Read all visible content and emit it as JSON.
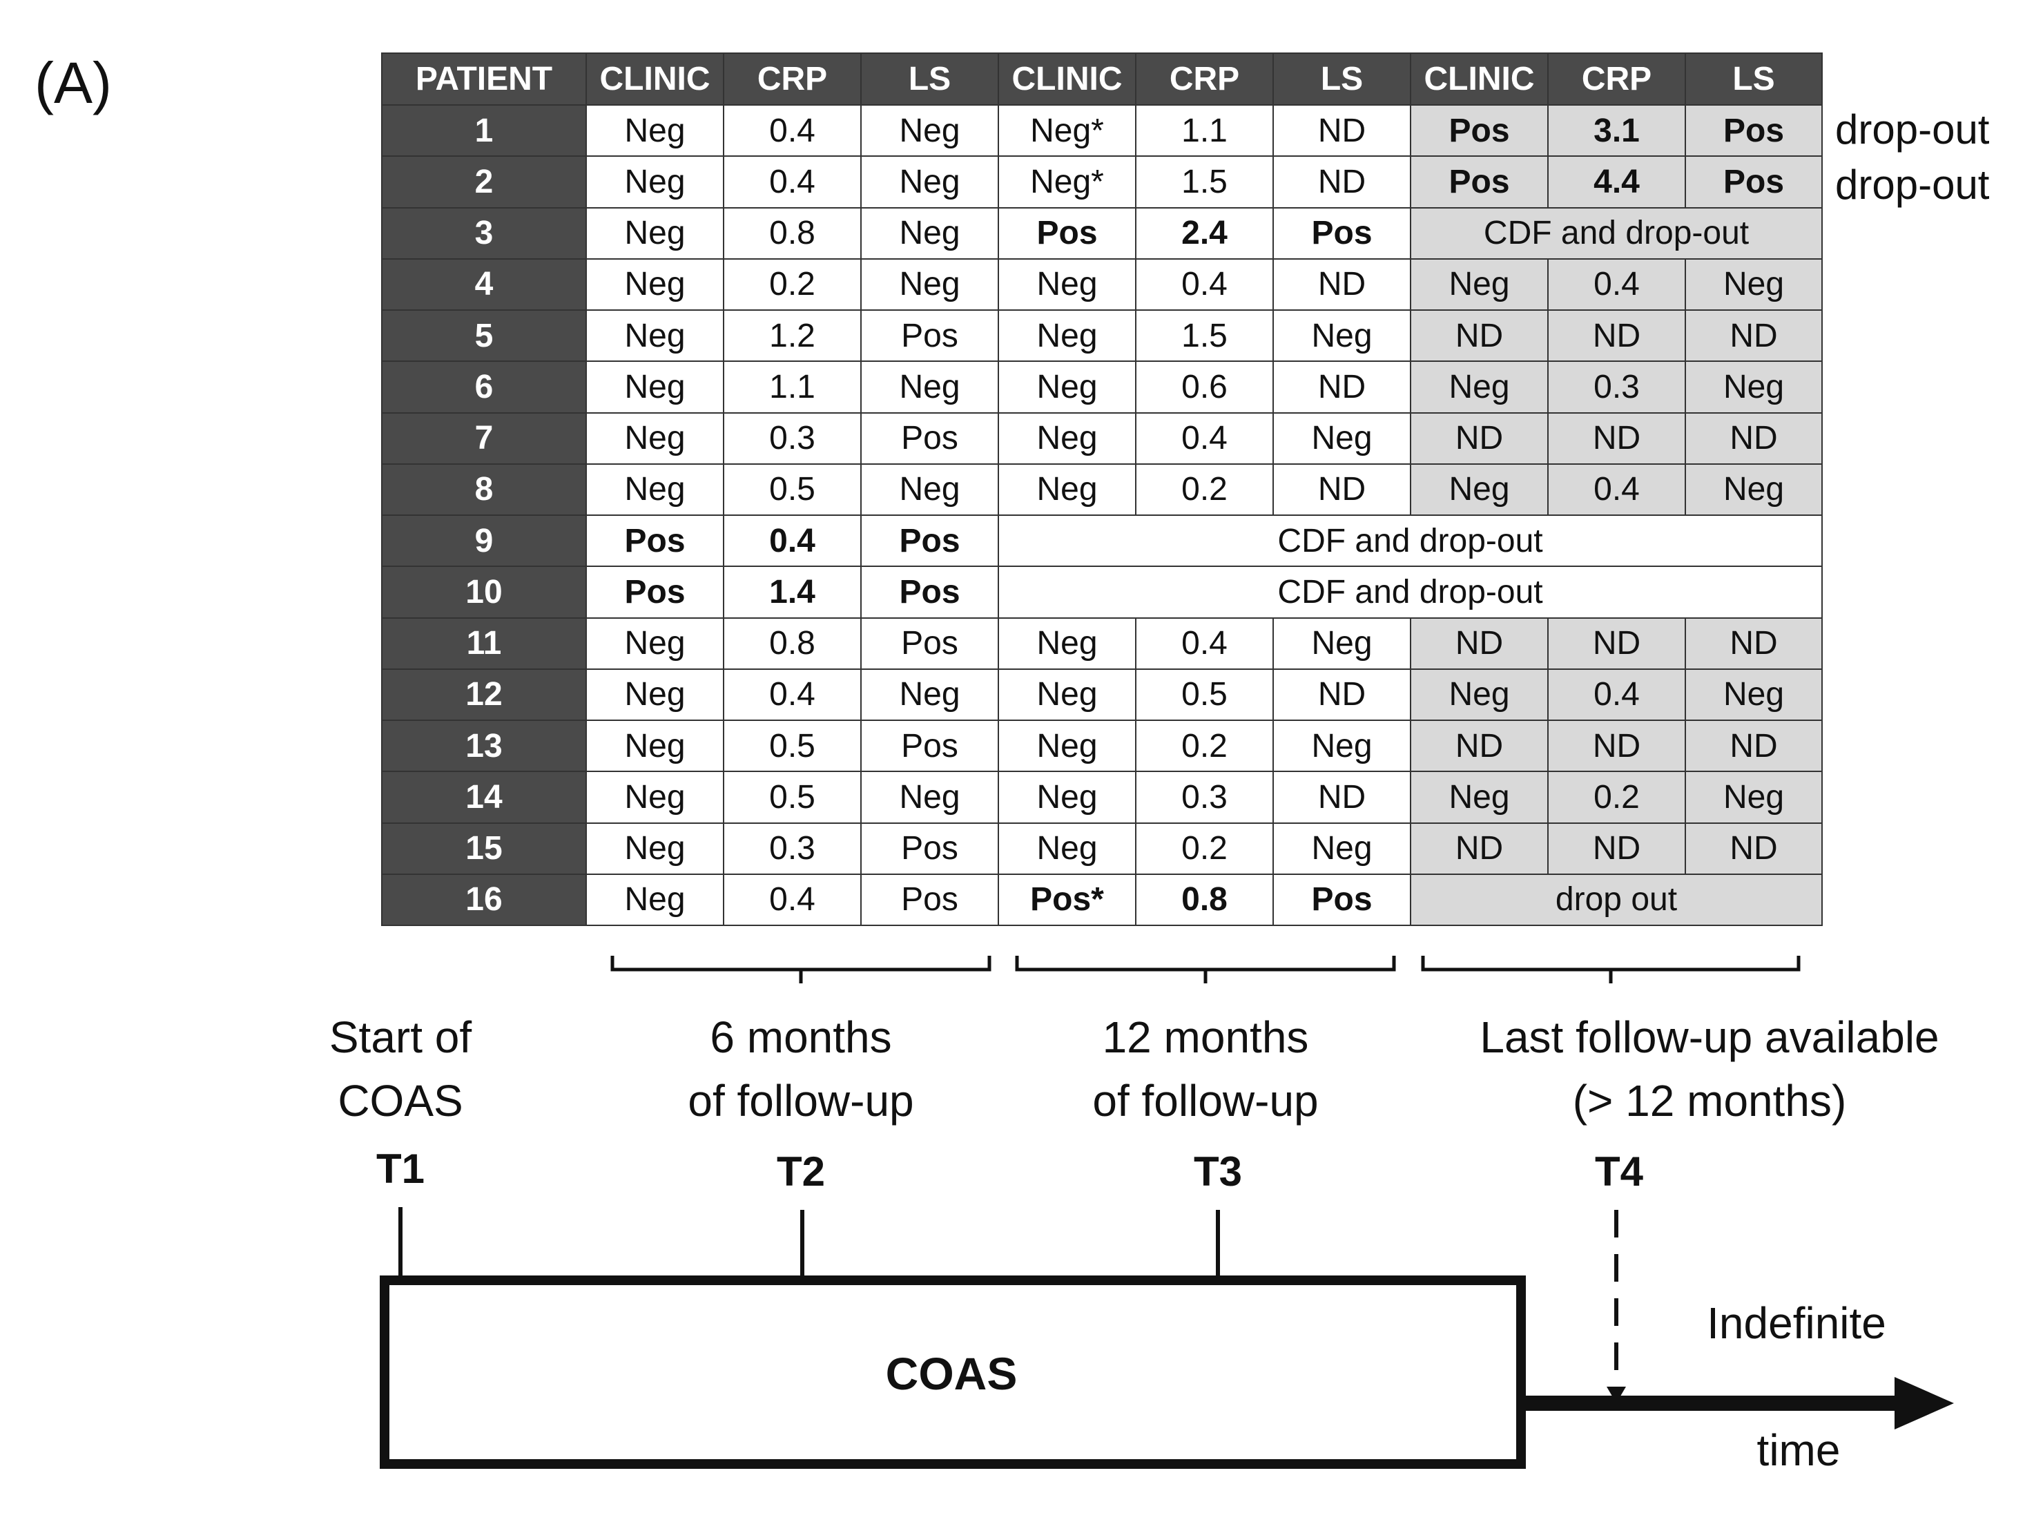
{
  "panel_label": "(A)",
  "table": {
    "headers": [
      "PATIENT",
      "CLINIC",
      "CRP",
      "LS",
      "CLINIC",
      "CRP",
      "LS",
      "CLINIC",
      "CRP",
      "LS"
    ],
    "rows": [
      {
        "id": "1",
        "t2": [
          "Neg",
          "0.4",
          "Neg"
        ],
        "t3": [
          "Neg*",
          "1.1",
          "ND"
        ],
        "t4": [
          "Pos",
          "3.1",
          "Pos"
        ],
        "t4_bold": true,
        "note": "drop-out"
      },
      {
        "id": "2",
        "t2": [
          "Neg",
          "0.4",
          "Neg"
        ],
        "t3": [
          "Neg*",
          "1.5",
          "ND"
        ],
        "t4": [
          "Pos",
          "4.4",
          "Pos"
        ],
        "t4_bold": true,
        "note": "drop-out"
      },
      {
        "id": "3",
        "t2": [
          "Neg",
          "0.8",
          "Neg"
        ],
        "t3": [
          "Pos",
          "2.4",
          "Pos"
        ],
        "t3_bold": true,
        "t4_merged": "CDF and drop-out"
      },
      {
        "id": "4",
        "t2": [
          "Neg",
          "0.2",
          "Neg"
        ],
        "t3": [
          "Neg",
          "0.4",
          "ND"
        ],
        "t4": [
          "Neg",
          "0.4",
          "Neg"
        ]
      },
      {
        "id": "5",
        "t2": [
          "Neg",
          "1.2",
          "Pos"
        ],
        "t3": [
          "Neg",
          "1.5",
          "Neg"
        ],
        "t4": [
          "ND",
          "ND",
          "ND"
        ]
      },
      {
        "id": "6",
        "t2": [
          "Neg",
          "1.1",
          "Neg"
        ],
        "t3": [
          "Neg",
          "0.6",
          "ND"
        ],
        "t4": [
          "Neg",
          "0.3",
          "Neg"
        ]
      },
      {
        "id": "7",
        "t2": [
          "Neg",
          "0.3",
          "Pos"
        ],
        "t3": [
          "Neg",
          "0.4",
          "Neg"
        ],
        "t4": [
          "ND",
          "ND",
          "ND"
        ]
      },
      {
        "id": "8",
        "t2": [
          "Neg",
          "0.5",
          "Neg"
        ],
        "t3": [
          "Neg",
          "0.2",
          "ND"
        ],
        "t4": [
          "Neg",
          "0.4",
          "Neg"
        ]
      },
      {
        "id": "9",
        "t2": [
          "Pos",
          "0.4",
          "Pos"
        ],
        "t2_bold": true,
        "t34_merged": "CDF and drop-out"
      },
      {
        "id": "10",
        "t2": [
          "Pos",
          "1.4",
          "Pos"
        ],
        "t2_bold": true,
        "t34_merged": "CDF and drop-out"
      },
      {
        "id": "11",
        "t2": [
          "Neg",
          "0.8",
          "Pos"
        ],
        "t3": [
          "Neg",
          "0.4",
          "Neg"
        ],
        "t4": [
          "ND",
          "ND",
          "ND"
        ]
      },
      {
        "id": "12",
        "t2": [
          "Neg",
          "0.4",
          "Neg"
        ],
        "t3": [
          "Neg",
          "0.5",
          "ND"
        ],
        "t4": [
          "Neg",
          "0.4",
          "Neg"
        ]
      },
      {
        "id": "13",
        "t2": [
          "Neg",
          "0.5",
          "Pos"
        ],
        "t3": [
          "Neg",
          "0.2",
          "Neg"
        ],
        "t4": [
          "ND",
          "ND",
          "ND"
        ]
      },
      {
        "id": "14",
        "t2": [
          "Neg",
          "0.5",
          "Neg"
        ],
        "t3": [
          "Neg",
          "0.3",
          "ND"
        ],
        "t4": [
          "Neg",
          "0.2",
          "Neg"
        ]
      },
      {
        "id": "15",
        "t2": [
          "Neg",
          "0.3",
          "Pos"
        ],
        "t3": [
          "Neg",
          "0.2",
          "Neg"
        ],
        "t4": [
          "ND",
          "ND",
          "ND"
        ]
      },
      {
        "id": "16",
        "t2": [
          "Neg",
          "0.4",
          "Pos"
        ],
        "t3": [
          "Pos*",
          "0.8",
          "Pos"
        ],
        "t3_bold": true,
        "t4_merged": "drop out"
      }
    ]
  },
  "timeline": {
    "t1": {
      "label_lines": [
        "Start of",
        "COAS"
      ],
      "tag": "T1"
    },
    "t2": {
      "label_lines": [
        "6 months",
        "of follow-up"
      ],
      "tag": "T2"
    },
    "t3": {
      "label_lines": [
        "12 months",
        "of follow-up"
      ],
      "tag": "T3"
    },
    "t4": {
      "label_lines": [
        "Last follow-up available",
        "(> 12 months)"
      ],
      "tag": "T4"
    },
    "box_label": "COAS",
    "arrow_label": "Indefinite",
    "axis_label": "time"
  },
  "colors": {
    "header_bg": "#4a4a4a",
    "t4_bg": "#d9d9d9"
  }
}
